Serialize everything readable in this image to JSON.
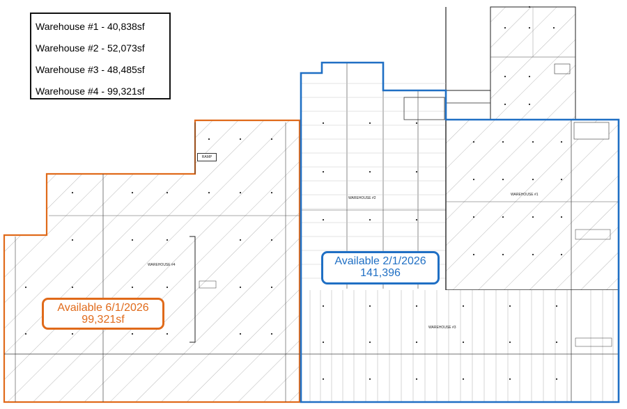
{
  "legend": {
    "items": [
      "Warehouse #1 - 40,838sf",
      "Warehouse #2 - 52,073sf",
      "Warehouse #3 - 48,485sf",
      "Warehouse #4 - 99,321sf"
    ]
  },
  "availability": {
    "blue": {
      "line1": "Available 2/1/2026",
      "line2": "141,396",
      "color": "#1f6fc4"
    },
    "orange": {
      "line1": "Available 6/1/2026",
      "line2": "99,321sf",
      "color": "#e06a1a"
    }
  },
  "plan_labels": {
    "w1": "WAREHOUSE #1",
    "w2": "WAREHOUSE #2",
    "w3": "WAREHOUSE #3",
    "w4": "WAREHOUSE #4",
    "ramp": "RAMP"
  }
}
